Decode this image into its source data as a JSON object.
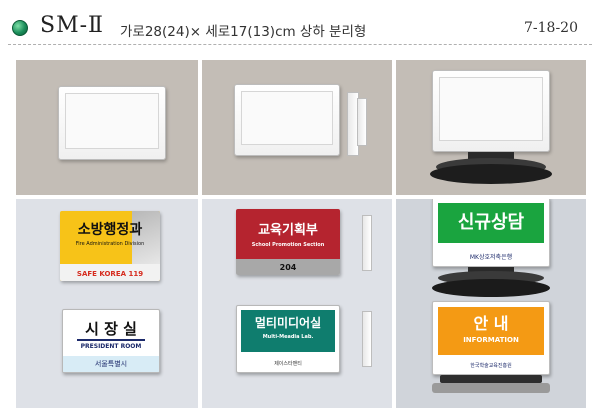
{
  "header": {
    "model": "SM-Ⅱ",
    "dimensions": "가로28(24)× 세로17(13)cm  상하 분리형",
    "code": "7-18-20"
  },
  "signs": {
    "fire": {
      "title": "소방행정과",
      "subtitle": "Fire Administration Division",
      "footer": "SAFE KOREA 119"
    },
    "president": {
      "title": "시 장 실",
      "subtitle": "PRESIDENT ROOM",
      "footer": "서울특별시"
    },
    "education": {
      "title": "교육기획부",
      "subtitle": "School Promotion Section",
      "room": "204"
    },
    "multimedia": {
      "title": "멀티미디어실",
      "subtitle": "Multi-Meadia Lab.",
      "footer": "제이스타맨티"
    },
    "consult": {
      "title": "신규상담",
      "footer": "MK상호저축은행"
    },
    "info": {
      "title": "안 내",
      "subtitle": "INFORMATION",
      "footer": "한국학술교육진흥원"
    }
  },
  "colors": {
    "fire_yellow": "#f7c318",
    "fire_red": "#d62b1e",
    "education_red": "#b5242f",
    "multimedia_teal": "#0f7d6e",
    "consult_green": "#1aa43f",
    "info_orange": "#f49a14",
    "navy": "#1c2a6b"
  }
}
